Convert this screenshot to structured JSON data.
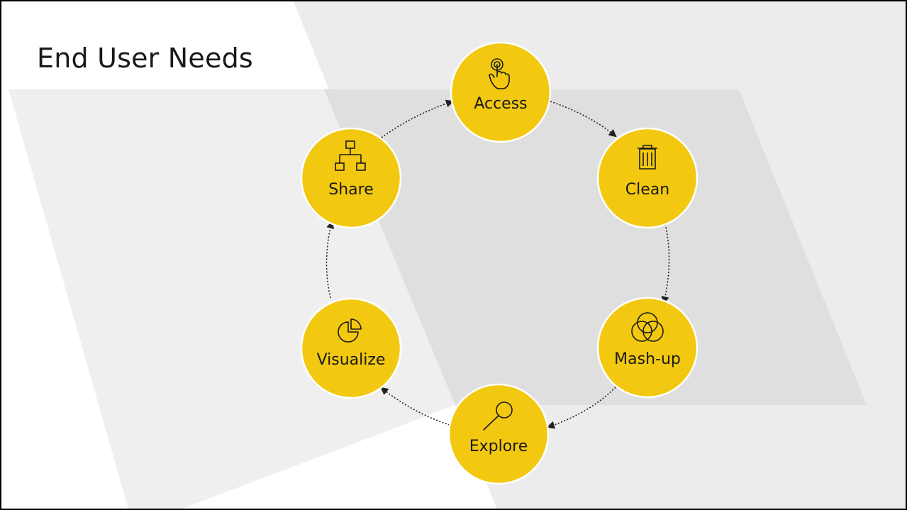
{
  "slide": {
    "title": "End User Needs"
  },
  "colors": {
    "node_fill": "#F2C811",
    "node_stroke": "#ffffff",
    "arrow": "#222222",
    "background_band_light": "#ececec",
    "background_band_dark": "#dcdcdc"
  },
  "diagram": {
    "type": "cycle",
    "direction": "clockwise",
    "nodes": [
      {
        "label": "Access",
        "icon": "touch-hand-icon"
      },
      {
        "label": "Clean",
        "icon": "trash-can-icon"
      },
      {
        "label": "Mash-up",
        "icon": "venn-circles-icon"
      },
      {
        "label": "Explore",
        "icon": "magnifier-icon"
      },
      {
        "label": "Visualize",
        "icon": "pie-chart-icon"
      },
      {
        "label": "Share",
        "icon": "hierarchy-icon"
      }
    ]
  }
}
